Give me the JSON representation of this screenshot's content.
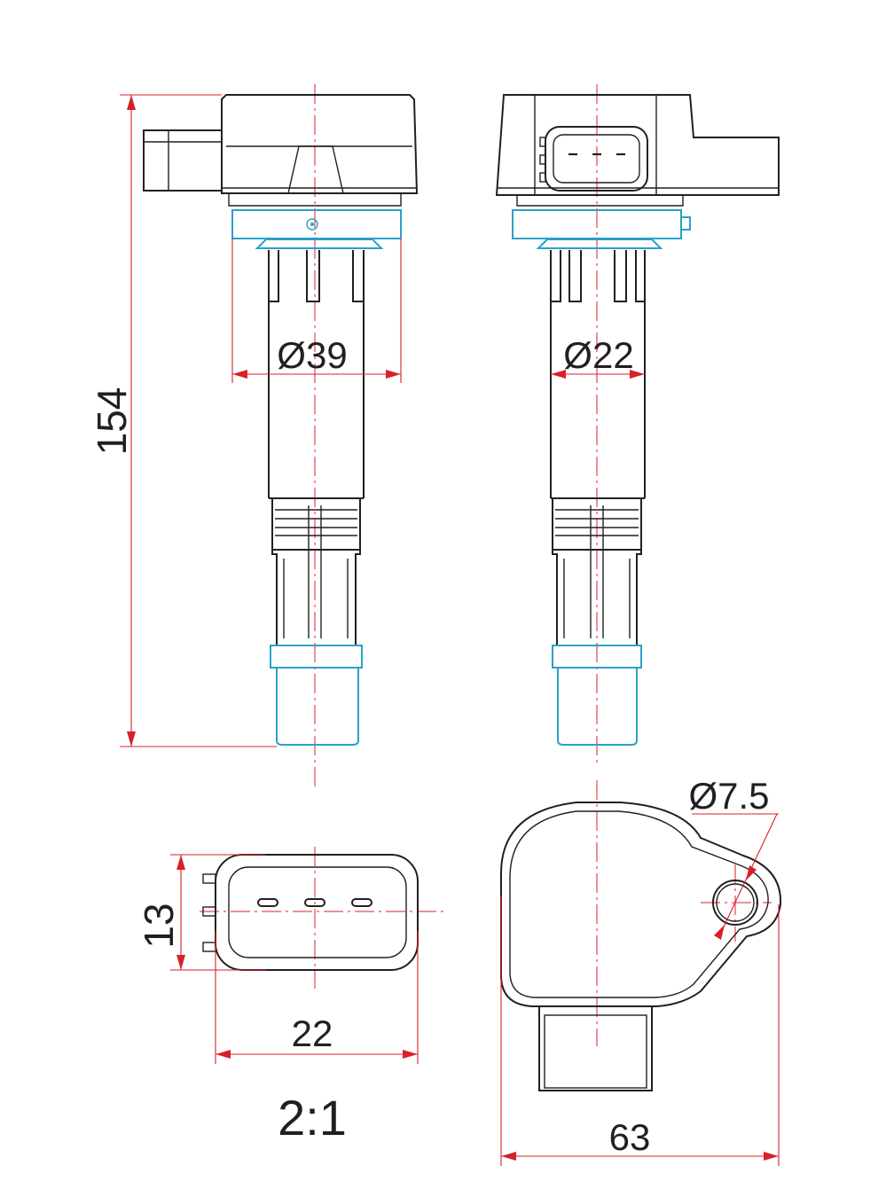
{
  "colors": {
    "outline": "#231f20",
    "cyan": "#2aa1c9",
    "dimension_red": "#d8202a"
  },
  "dimensions": {
    "total_length": "154",
    "diameter_left": "Ø39",
    "diameter_right": "Ø22",
    "hole_diameter": "Ø7.5",
    "connector_height": "13",
    "connector_width": "22",
    "flange_width": "63",
    "scale": "2:1"
  }
}
